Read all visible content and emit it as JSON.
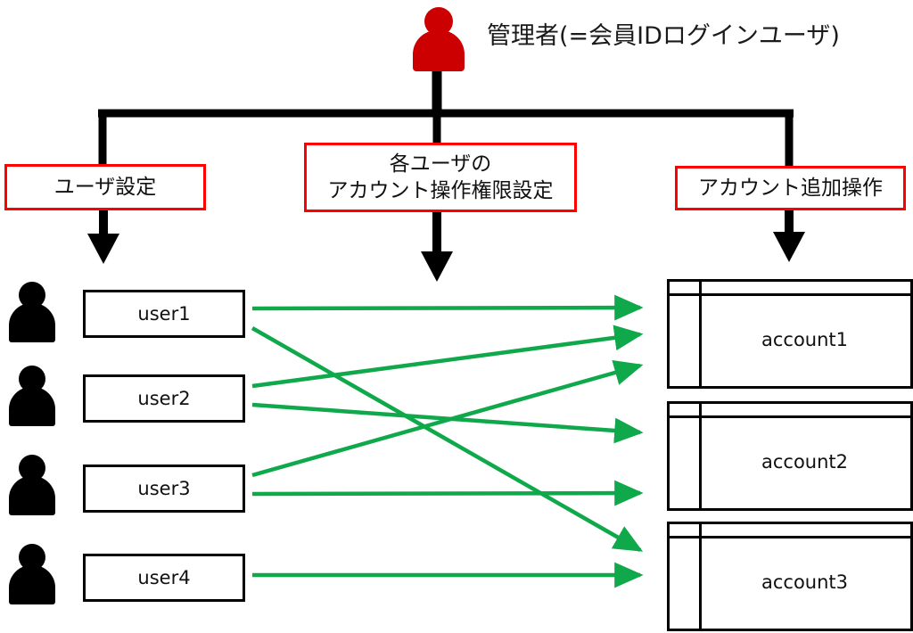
{
  "diagram": {
    "title": "管理者(=会員IDログインユーザ)",
    "admin_icon": "person-icon",
    "action_labels": {
      "user_setting": "ユーザ設定",
      "permission_setting_line1": "各ユーザの",
      "permission_setting_line2": "アカウント操作権限設定",
      "account_add": "アカウント追加操作"
    },
    "users": [
      {
        "label": "user1",
        "icon": "person-icon"
      },
      {
        "label": "user2",
        "icon": "person-icon"
      },
      {
        "label": "user3",
        "icon": "person-icon"
      },
      {
        "label": "user4",
        "icon": "person-icon"
      }
    ],
    "accounts": [
      {
        "label": "account1"
      },
      {
        "label": "account2"
      },
      {
        "label": "account3"
      }
    ],
    "colors": {
      "admin": "#CC0000",
      "label_border": "#FF0000",
      "mapping_arrow": "#0FA84A",
      "structure": "#000000",
      "background": "#FFFFFF"
    },
    "mappings": [
      {
        "from": "user1",
        "to": "account1"
      },
      {
        "from": "user1",
        "to": "account3"
      },
      {
        "from": "user2",
        "to": "account1"
      },
      {
        "from": "user2",
        "to": "account1"
      },
      {
        "from": "user3",
        "to": "account1"
      },
      {
        "from": "user3",
        "to": "account2"
      },
      {
        "from": "user4",
        "to": "account3"
      }
    ]
  }
}
